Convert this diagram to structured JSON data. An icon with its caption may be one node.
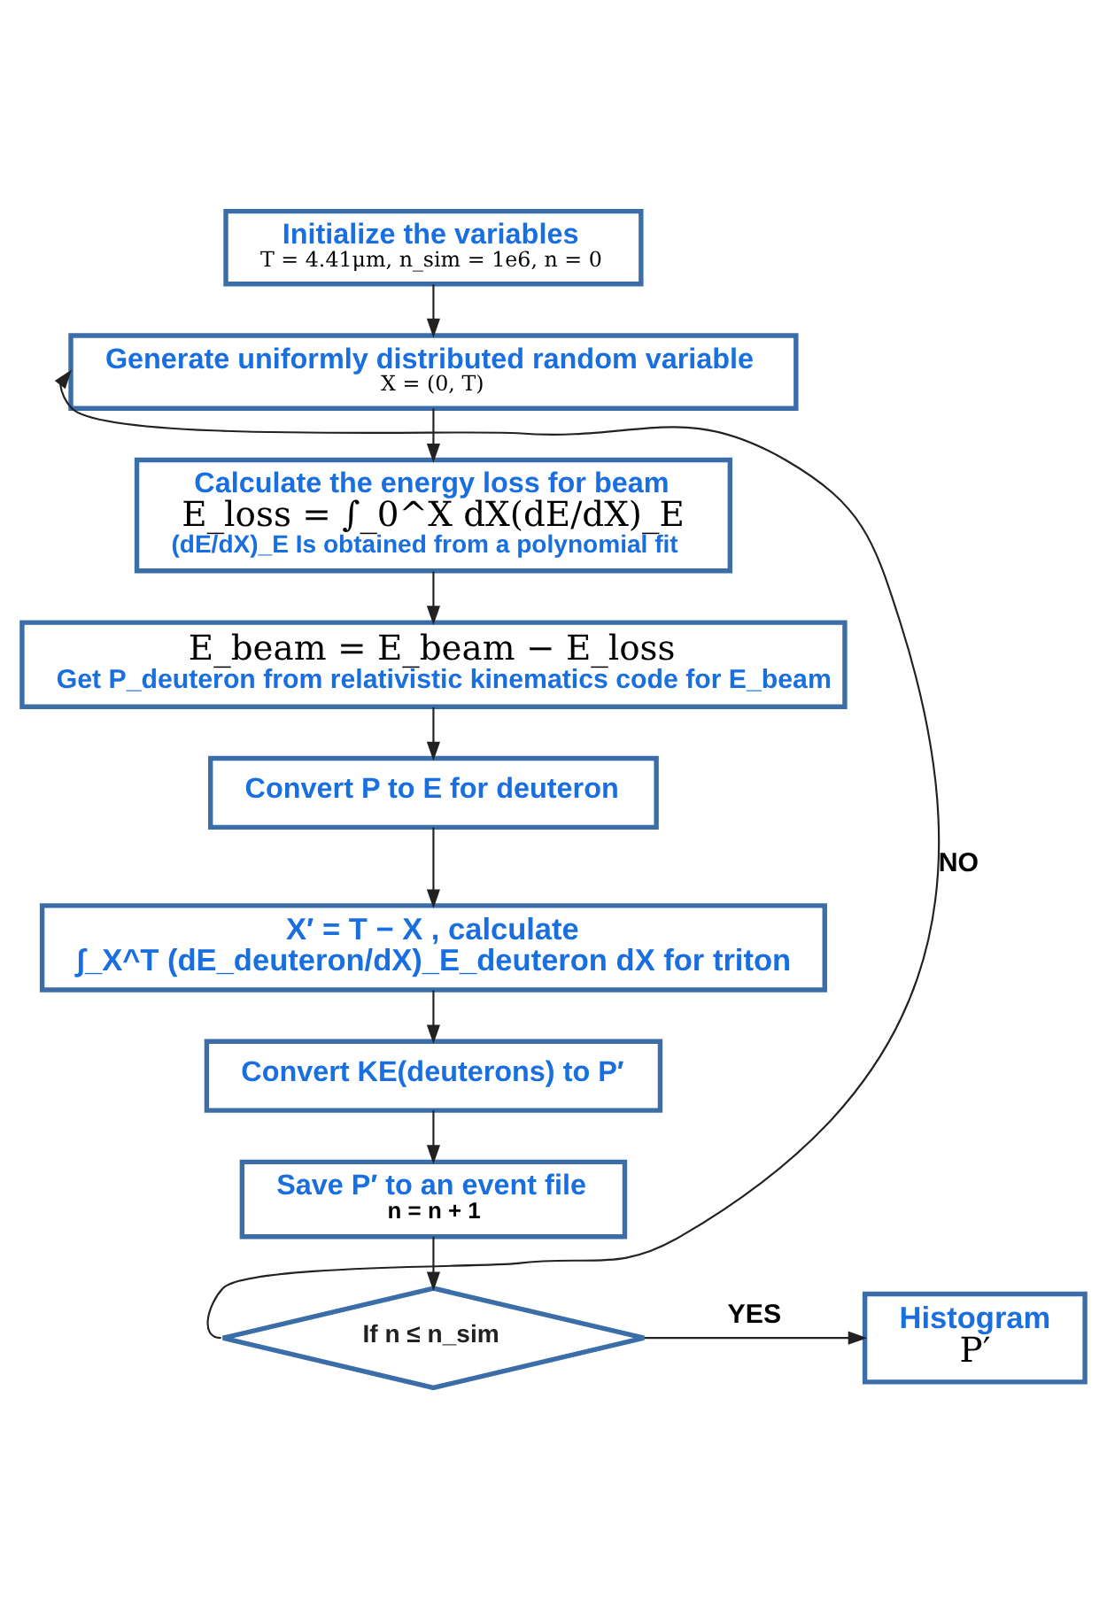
{
  "diagram": {
    "nodes": [
      {
        "text": [
          "Initialize the variables",
          "T = 4.41μm, n_sim = 1e6, n = 0"
        ]
      },
      {
        "text": [
          "Generate uniformly distributed random variable",
          "X = (0, T)"
        ]
      },
      {
        "text": [
          "Calculate the energy loss for beam",
          "E_loss = ∫_0^X dX(dE/dX)_E",
          "(dE/dX)_E Is obtained from a polynomial fit"
        ]
      },
      {
        "text": [
          "E_beam = E_beam − E_loss",
          "Get P_deuteron from relativistic kinematics code for E_beam"
        ]
      },
      {
        "text": [
          "Convert P to E for deuteron"
        ]
      },
      {
        "text": [
          "X′ = T − X , calculate",
          "∫_X^T (dE_deuteron/dX)_E_deuteron dX for triton"
        ]
      },
      {
        "text": [
          "Convert KE(deuterons) to P′"
        ]
      },
      {
        "text": [
          "Save P′ to an event file",
          "n = n + 1"
        ]
      },
      {
        "text": [
          "If n ≤ n_sim"
        ]
      },
      {
        "text": [
          "Histogram",
          "P′"
        ]
      }
    ],
    "edges": [
      {
        "from": 0,
        "to": 1,
        "arrow": "to"
      },
      {
        "from": 1,
        "to": 2,
        "arrow": "to"
      },
      {
        "from": 2,
        "to": 3,
        "arrow": "to"
      },
      {
        "from": 3,
        "to": 4,
        "arrow": "to"
      },
      {
        "from": 4,
        "to": 5,
        "arrow": "to"
      },
      {
        "from": 5,
        "to": 6,
        "arrow": "to"
      },
      {
        "from": 6,
        "to": 7,
        "arrow": "to"
      },
      {
        "from": 7,
        "to": 8,
        "arrow": "to"
      },
      {
        "from": 8,
        "to": 9,
        "arrow": "to",
        "label": "YES"
      },
      {
        "from": 8,
        "to": 1,
        "arrow": "to",
        "label": "NO"
      }
    ]
  }
}
